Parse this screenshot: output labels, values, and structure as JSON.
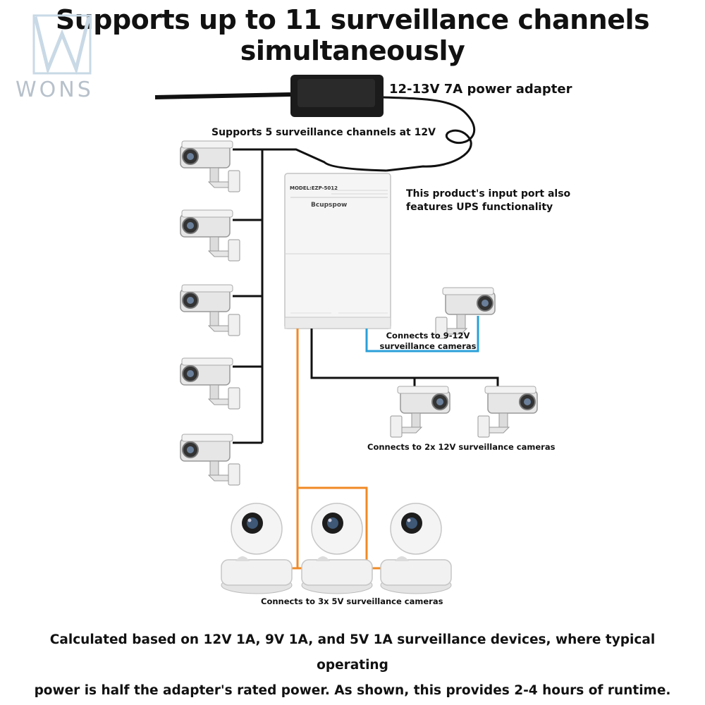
{
  "title": {
    "line1": "Supports up to 11 surveillance channels",
    "line2": "simultaneously"
  },
  "logo": {
    "text": "WONS"
  },
  "labels": {
    "adapter": "12-13V 7A power adapter",
    "support_12v": "Supports 5 surveillance channels at 12V",
    "ups_line1": "This product's input port also",
    "ups_line2": "features UPS functionality",
    "conn_912_line1": "Connects to 9-12V",
    "conn_912_line2": "surveillance cameras",
    "conn_2x12": "Connects to 2x 12V surveillance cameras",
    "conn_3x5": "Connects to 3x 5V surveillance cameras"
  },
  "device": {
    "model": "MODEL:EZP-5012",
    "brand": "Bcupspow"
  },
  "footer": {
    "line1": "Calculated based on 12V 1A, 9V 1A, and 5V 1A surveillance devices, where typical operating",
    "line2": "power is half the adapter's rated power. As shown, this provides 2-4 hours of runtime."
  },
  "colors": {
    "wire_black": "#111111",
    "wire_orange": "#f08a24",
    "wire_blue": "#2a9fd8",
    "camera_body": "#e6e6e6",
    "logo": "#b7c1cb"
  }
}
